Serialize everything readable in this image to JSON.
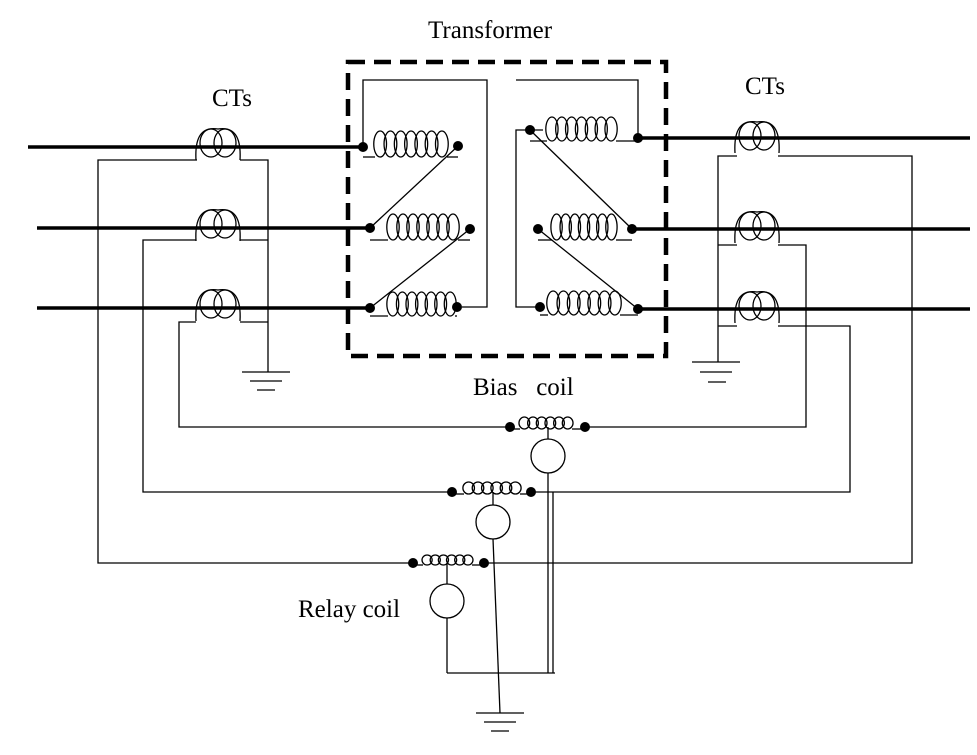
{
  "labels": {
    "transformer": "Transformer",
    "cts_left": "CTs",
    "cts_right": "CTs",
    "bias_coil": "Bias   coil",
    "relay_coil": "Relay coil"
  },
  "colors": {
    "stroke": "#000000",
    "background": "#ffffff"
  }
}
